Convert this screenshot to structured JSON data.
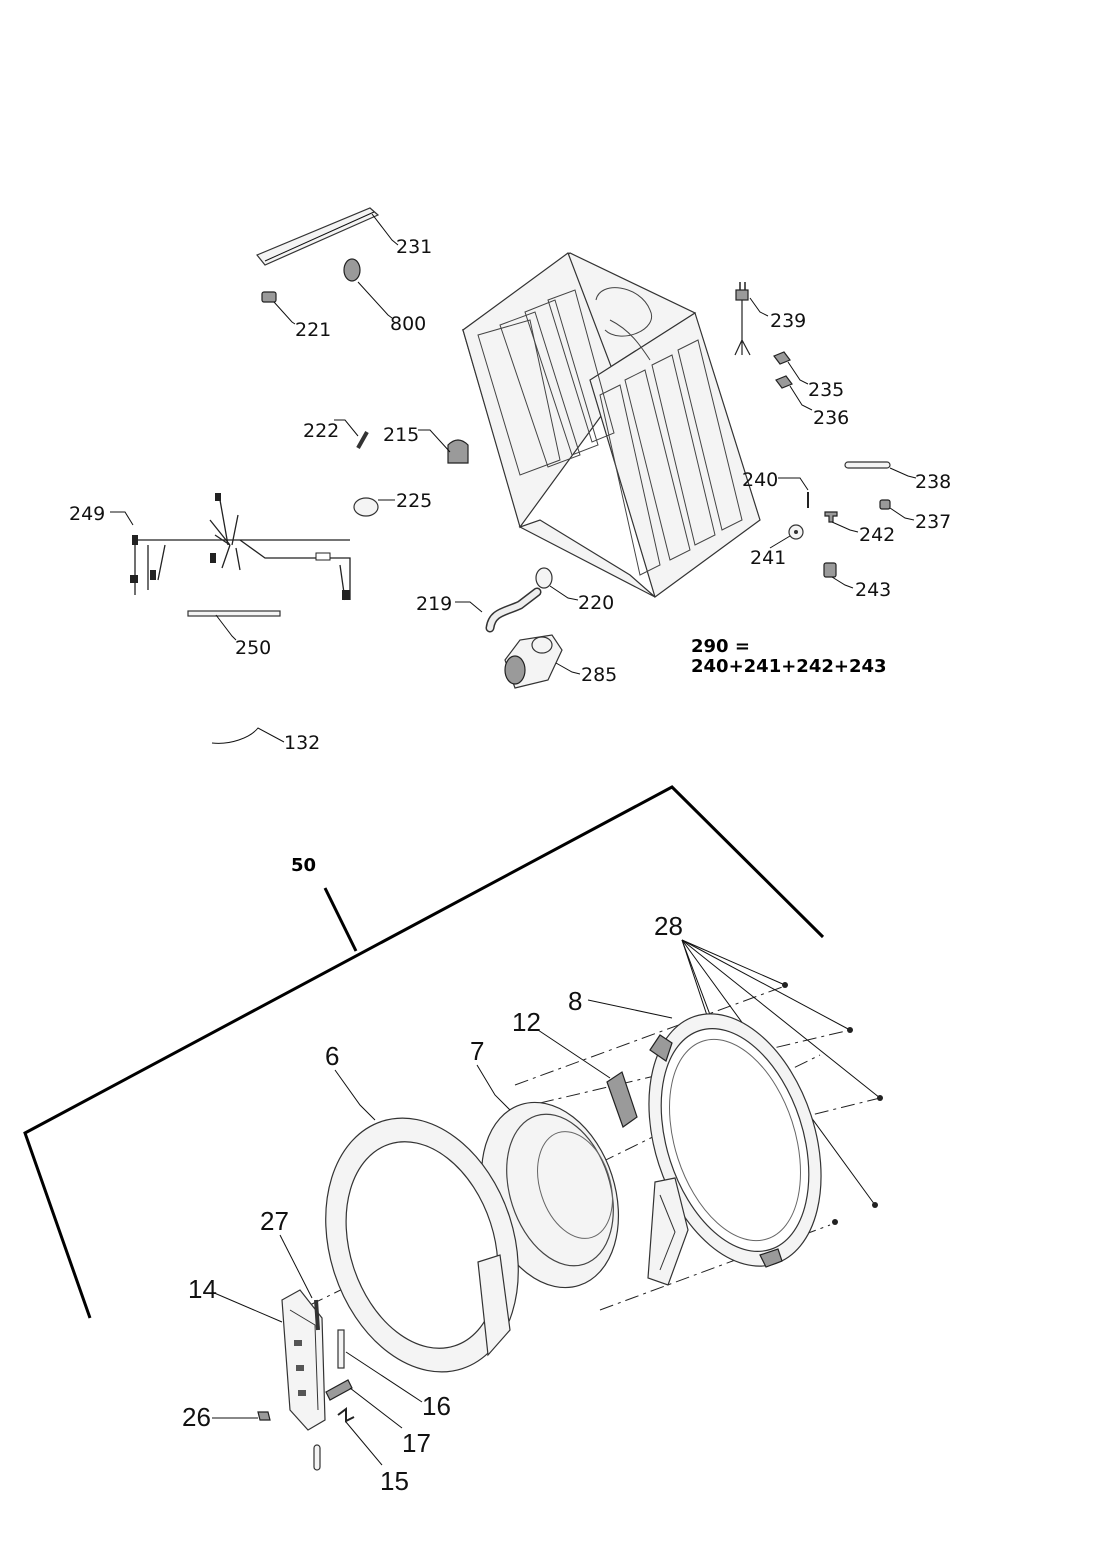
{
  "labels": {
    "p231": "231",
    "p800": "800",
    "p221": "221",
    "p239": "239",
    "p235": "235",
    "p236": "236",
    "p222": "222",
    "p215": "215",
    "p225": "225",
    "p238": "238",
    "p240": "240",
    "p237": "237",
    "p242": "242",
    "p241": "241",
    "p249": "249",
    "p243": "243",
    "p219": "219",
    "p220": "220",
    "p250": "250",
    "p285": "285",
    "p132": "132",
    "p50": "50",
    "p28": "28",
    "p8": "8",
    "p12": "12",
    "p6": "6",
    "p7": "7",
    "p27": "27",
    "p14": "14",
    "p16": "16",
    "p26": "26",
    "p17": "17",
    "p15": "15"
  },
  "kit_note": {
    "line1": "290 =",
    "line2": "240+241+242+243"
  }
}
